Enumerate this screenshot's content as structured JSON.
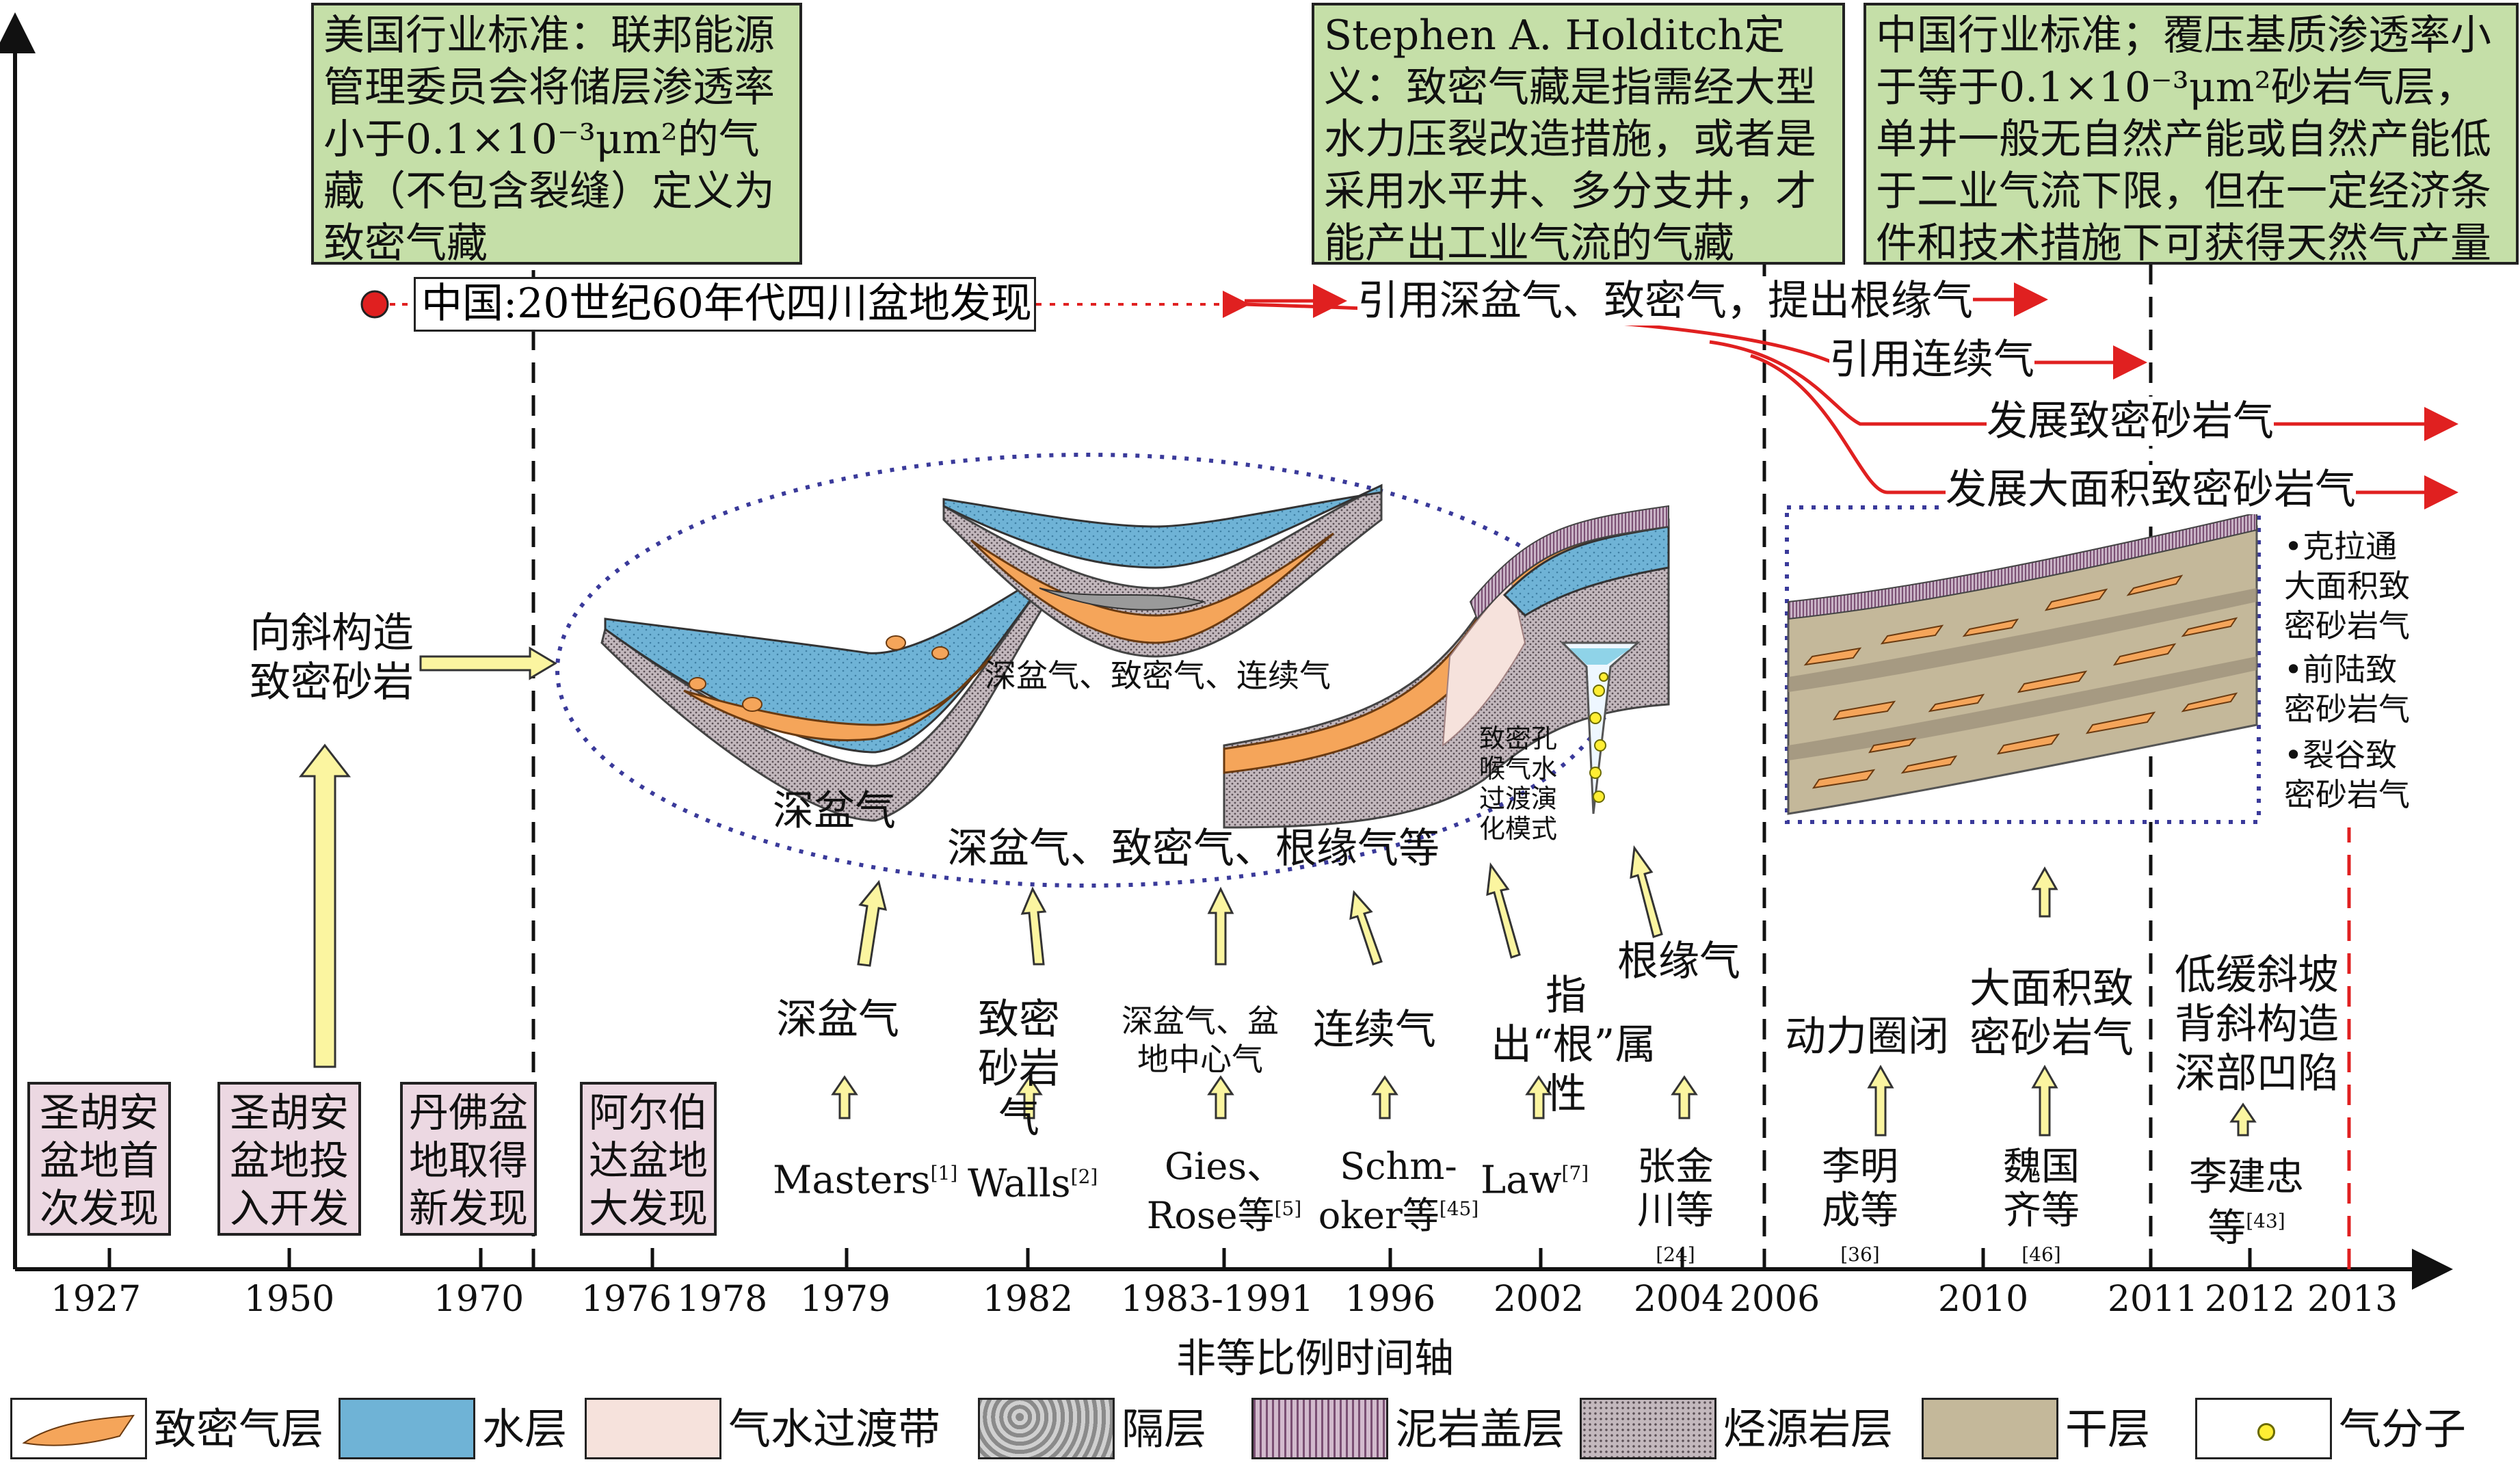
{
  "axis": {
    "title": "非等比例时间轴",
    "ticks": [
      "1927",
      "1950",
      "1970",
      "1976",
      "1978",
      "1979",
      "1982",
      "1983-1991",
      "1996",
      "2002",
      "2004",
      "2006",
      "2010",
      "2011",
      "2012",
      "2013"
    ]
  },
  "definitions": {
    "us_standard": "美国行业标准：联邦能源管理委员会将储层渗透率小于0.1×10⁻³μm²的气藏（不包含裂缝）定义为致密气藏",
    "holditch": "Stephen A. Holditch定义：致密气藏是指需经大型水力压裂改造措施，或者是采用水平井、多分支井，才能产出工业气流的气藏",
    "cn_standard": "中国行业标准；覆压基质渗透率小于等于0.1×10⁻³μm²砂岩气层，单井一般无自然产能或自然产能低于二业气流下限，但在一定经济条件和技术措施下可获得天然气产量"
  },
  "china_line": {
    "origin": "中国:20世纪60年代四川盆地发现",
    "branches": [
      "引用深盆气、致密气，提出根缘气",
      "引用连续气",
      "发展致密砂岩气",
      "发展大面积致密砂岩气"
    ]
  },
  "discoveries": [
    "圣胡安盆地首次发现",
    "圣胡安盆地投入开发",
    "丹佛盆地取得新发现",
    "阿尔伯达盆地大发现"
  ],
  "syncline": "向斜构造致密砂岩",
  "ellipse_labels": {
    "left": "深盆气",
    "middle": "深盆气、致密气、连续气",
    "bottom": "深盆气、致密气、根缘气等",
    "funnel": "致密孔喉气水过渡演化模式"
  },
  "concepts": [
    {
      "term": "深盆气",
      "author": "Masters",
      "ref": "[1]"
    },
    {
      "term": "致密砂岩气",
      "author": "Walls",
      "ref": "[2]"
    },
    {
      "term": "深盆气、盆地中心气",
      "author": "Gies、Rose等",
      "ref": "[5]"
    },
    {
      "term": "连续气",
      "author": "Schm-oker等",
      "ref": "[45]"
    },
    {
      "term": "指出“根”属性",
      "author": "Law",
      "ref": "[7]"
    },
    {
      "term": "根缘气",
      "author": "张金川等",
      "ref": "[24]"
    },
    {
      "term": "动力圈闭",
      "author": "李明成等",
      "ref": "[36]"
    },
    {
      "term": "大面积致密砂岩气",
      "author": "魏国齐等",
      "ref": "[46]"
    },
    {
      "term": "低缓斜坡背斜构造深部凹陷",
      "author": "李建忠等",
      "ref": "[43]"
    }
  ],
  "china_types": [
    "•克拉通大面积致密砂岩气",
    "•前陆致密砂岩气",
    "•裂谷致密砂岩气"
  ],
  "legend": [
    {
      "label": "致密气层",
      "color": "#f5a55a"
    },
    {
      "label": "水层",
      "color": "#6fb3d6"
    },
    {
      "label": "气水过渡带",
      "color": "#f6e2dc"
    },
    {
      "label": "隔层",
      "color": "#a8a8a8"
    },
    {
      "label": "泥岩盖层",
      "color": "#c9a9c4"
    },
    {
      "label": "烃源岩层",
      "color": "#b8aeb4"
    },
    {
      "label": "干层",
      "color": "#c4b89a"
    },
    {
      "label": "气分子",
      "color": "#ffee33"
    }
  ]
}
